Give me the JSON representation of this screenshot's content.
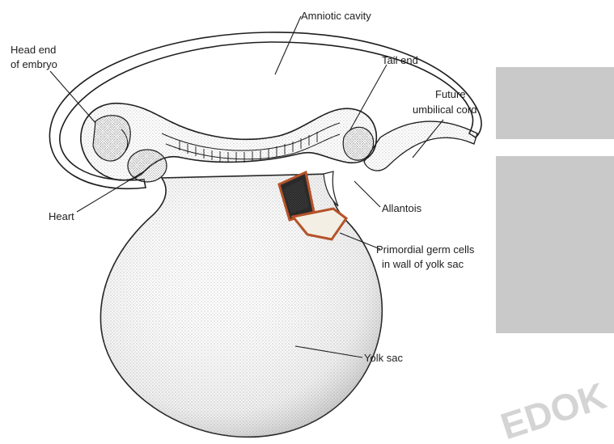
{
  "labels": {
    "amniotic_cavity": "Amniotic cavity",
    "head_end_line1": "Head end",
    "head_end_line2": "of embryo",
    "tail_end": "Tail end",
    "future_cord_line1": "Future",
    "future_cord_line2": "umbilical cord",
    "heart": "Heart",
    "allantois": "Allantois",
    "germ_cells_line1": "Primordial germ cells",
    "germ_cells_line2": "in wall of yolk sac",
    "yolk_sac": "Yolk sac"
  },
  "watermark": {
    "bottom_right": "EDOK"
  },
  "colors": {
    "outline": "#1e1e1e",
    "stipple": "#8a8a8a",
    "germ_cell_accent": "#b5532a",
    "panel_gray": "#c9c9c9",
    "watermark_gray": "#d4d4d4"
  }
}
